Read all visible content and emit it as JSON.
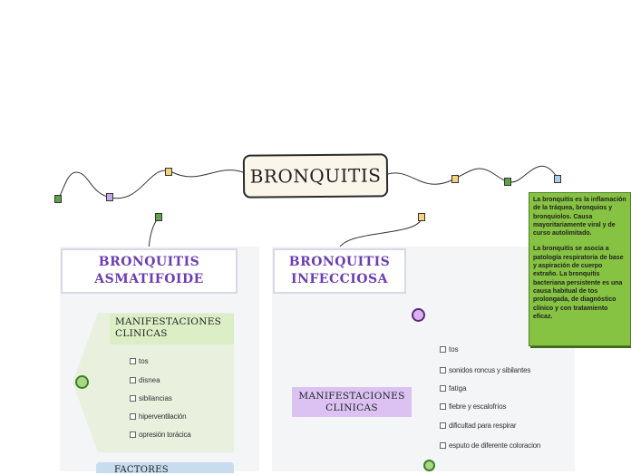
{
  "central": {
    "title": "BRONQUITIS"
  },
  "branches": {
    "asmatiforme": {
      "title_line1": "BRONQUITIS",
      "title_line2": "ASMATIFOIDE",
      "manifestaciones": {
        "title_line1": "MANIFESTACIONES",
        "title_line2": "CLINICAS",
        "items": [
          "tos",
          "disnea",
          "sibilancias",
          "hiperventilación",
          "opresión torácica"
        ]
      },
      "factores": {
        "title": "FACTORES"
      }
    },
    "infecciosa": {
      "title_line1": "BRONQUITIS",
      "title_line2": "INFECCIOSA",
      "manifestaciones": {
        "title_line1": "MANIFESTACIONES",
        "title_line2": "CLINICAS",
        "items": [
          "tos",
          "sonidos roncus y sibilantes",
          "fatiga",
          "fiebre y escalofríos",
          "dificultad para respirar",
          "esputo de diferente coloracion"
        ]
      }
    }
  },
  "note": {
    "paragraph1": "La bronquitis es la inflamación de la tráquea, bronquios y bronquiolos. Causa mayoritariamente viral y de curso autolimitado.",
    "paragraph2": "La bronquitis se asocia a patología respiratoria de base y aspiración de cuerpo extraño. La bronquitis bacteriana persistente es una causa habitual de tos prolongada, de diagnóstico clínico y con tratamiento eficaz."
  },
  "colors": {
    "note_green": "#87c343",
    "branch_title_purple": "#6b3fb0",
    "node_lavender": "#dcc1f3",
    "sub_green": "#e9f1de",
    "sticky_green": "#5ea24a",
    "sticky_purple": "#c9a6ea",
    "sticky_yellow": "#f3d37a",
    "sticky_blue": "#a9cfe8"
  }
}
